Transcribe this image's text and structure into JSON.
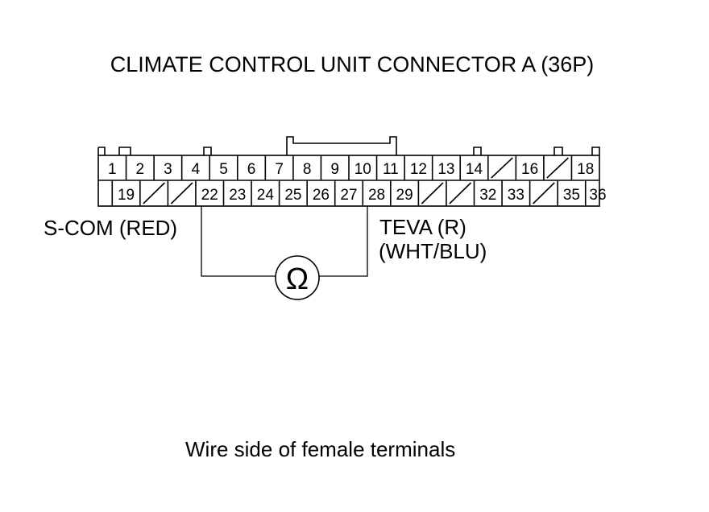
{
  "title": "CLIMATE CONTROL UNIT CONNECTOR A (36P)",
  "connector": {
    "top_row": [
      {
        "pin": "1"
      },
      {
        "pin": "2"
      },
      {
        "pin": "3"
      },
      {
        "pin": "4"
      },
      {
        "pin": "5"
      },
      {
        "pin": "6"
      },
      {
        "pin": "7"
      },
      {
        "pin": "8"
      },
      {
        "pin": "9"
      },
      {
        "pin": "10"
      },
      {
        "pin": "11"
      },
      {
        "pin": "12"
      },
      {
        "pin": "13"
      },
      {
        "pin": "14"
      },
      {
        "pin": "",
        "unused": true
      },
      {
        "pin": "16"
      },
      {
        "pin": "",
        "unused": true
      },
      {
        "pin": "18"
      }
    ],
    "bottom_row": [
      {
        "pin": "19"
      },
      {
        "pin": "",
        "unused": true
      },
      {
        "pin": "",
        "unused": true
      },
      {
        "pin": "22"
      },
      {
        "pin": "23"
      },
      {
        "pin": "24"
      },
      {
        "pin": "25"
      },
      {
        "pin": "26"
      },
      {
        "pin": "27"
      },
      {
        "pin": "28"
      },
      {
        "pin": "29"
      },
      {
        "pin": "",
        "unused": true
      },
      {
        "pin": "",
        "unused": true
      },
      {
        "pin": "32"
      },
      {
        "pin": "33"
      },
      {
        "pin": "",
        "unused": true
      },
      {
        "pin": "35"
      },
      {
        "pin": "36"
      }
    ]
  },
  "probes": {
    "left_label": "S-COM (RED)",
    "right_label_line1": "TEVA (R)",
    "right_label_line2": "(WHT/BLU)",
    "left_pin": "22",
    "right_pin": "28",
    "meter_symbol": "Ω"
  },
  "footer": "Wire side of female terminals"
}
